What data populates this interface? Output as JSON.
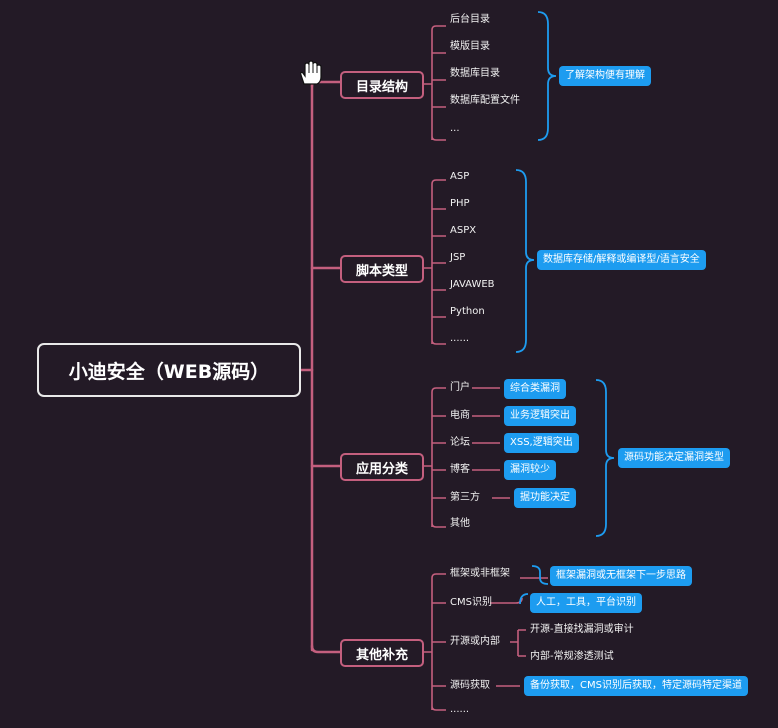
{
  "root": "小迪安全（WEB源码）",
  "branches": [
    {
      "label": "目录结构",
      "items": [
        "后台目录",
        "模版目录",
        "数据库目录",
        "数据库配置文件",
        "..."
      ],
      "summary": "了解架构便有理解"
    },
    {
      "label": "脚本类型",
      "items": [
        "ASP",
        "PHP",
        "ASPX",
        "JSP",
        "JAVAWEB",
        "Python",
        "......"
      ],
      "summary": "数据库存储/解释或编译型/语言安全"
    },
    {
      "label": "应用分类",
      "items": [
        "门户",
        "电商",
        "论坛",
        "博客",
        "第三方",
        "其他"
      ],
      "notes": [
        "综合类漏洞",
        "业务逻辑突出",
        "XSS,逻辑突出",
        "漏洞较少",
        "据功能决定"
      ],
      "summary": "源码功能决定漏洞类型"
    },
    {
      "label": "其他补充",
      "items": [
        "框架或非框架",
        "CMS识别",
        "开源或内部",
        "源码获取",
        "......"
      ],
      "notes": [
        "框架漏洞或无框架下一步思路",
        "人工，工具，平台识别",
        "备份获取，CMS识别后获取，特定源码特定渠道"
      ],
      "sub": [
        "开源-直接找漏洞或审计",
        "内部-常规渗透测试"
      ]
    }
  ],
  "colors": {
    "background": "#231a26",
    "branch_line": "#c45f7e",
    "bracket": "#1d9cf0",
    "bubble": "#1d9cf0"
  },
  "icons": {
    "cursor": "hand-cursor-icon"
  }
}
